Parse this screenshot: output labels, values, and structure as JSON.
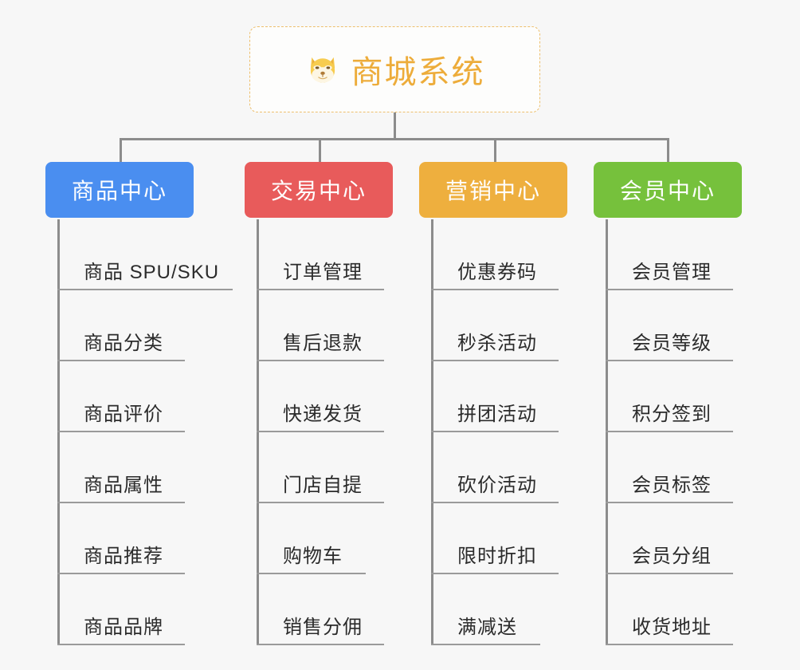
{
  "diagram": {
    "type": "organization-tree",
    "background_color": "#f7f7f7",
    "root": {
      "title": "商城系统",
      "icon": "shiba-dog-face-emoji",
      "text_color": "#edac3a",
      "border_color": "#edbf6d",
      "background_color": "#fdfdfc"
    },
    "connector_color": "#8c8c8c",
    "categories": [
      {
        "label": "商品中心",
        "color": "#4a8ef0",
        "items": [
          "商品 SPU/SKU",
          "商品分类",
          "商品评价",
          "商品属性",
          "商品推荐",
          "商品品牌"
        ]
      },
      {
        "label": "交易中心",
        "color": "#e85b5b",
        "items": [
          "订单管理",
          "售后退款",
          "快递发货",
          "门店自提",
          "购物车",
          "销售分佣"
        ]
      },
      {
        "label": "营销中心",
        "color": "#eeaf3e",
        "items": [
          "优惠券码",
          "秒杀活动",
          "拼团活动",
          "砍价活动",
          "限时折扣",
          "满减送"
        ]
      },
      {
        "label": "会员中心",
        "color": "#76c13c",
        "items": [
          "会员管理",
          "会员等级",
          "积分签到",
          "会员标签",
          "会员分组",
          "收货地址"
        ]
      }
    ]
  }
}
